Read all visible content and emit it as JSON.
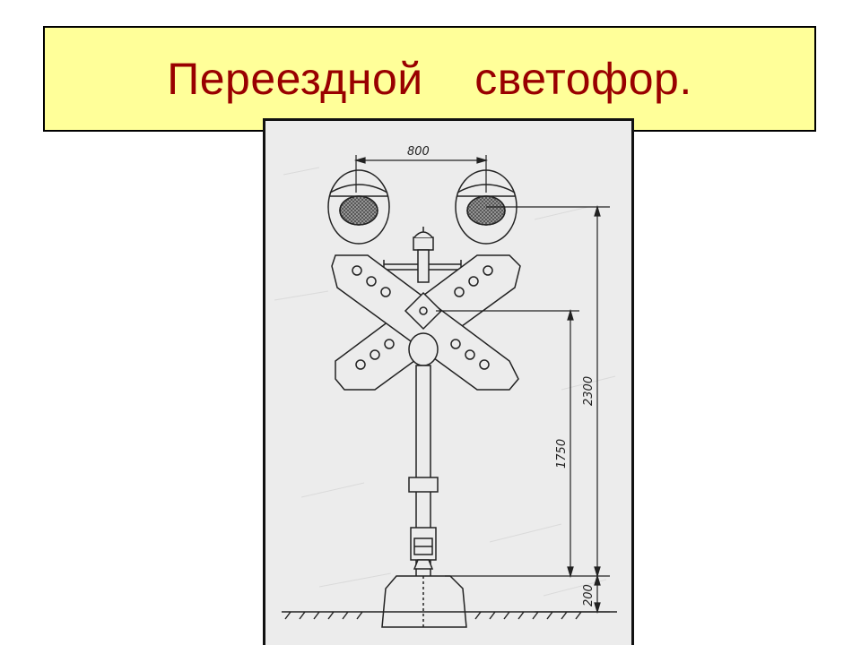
{
  "slide": {
    "title": "Переездной    светофор."
  },
  "diagram": {
    "dimensions": {
      "lamp_spacing": "800",
      "total_height": "2300",
      "mid_height": "1750",
      "base_height": "200"
    },
    "colors": {
      "title_background": "#ffff99",
      "title_text": "#990000",
      "drawing_paper": "#ececec",
      "ink": "#222222"
    }
  }
}
